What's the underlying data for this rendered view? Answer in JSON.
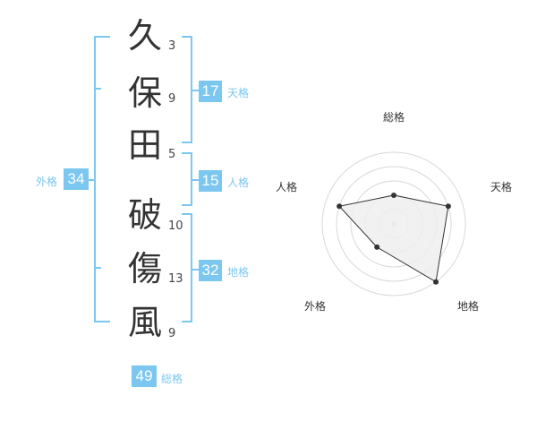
{
  "name_chars": [
    {
      "char": "久",
      "strokes": "3"
    },
    {
      "char": "保",
      "strokes": "9"
    },
    {
      "char": "田",
      "strokes": "5"
    },
    {
      "char": "破",
      "strokes": "10"
    },
    {
      "char": "傷",
      "strokes": "13"
    },
    {
      "char": "風",
      "strokes": "9"
    }
  ],
  "fortunes": {
    "tenkaku": {
      "value": "17",
      "label": "天格"
    },
    "jinkaku": {
      "value": "15",
      "label": "人格"
    },
    "chikaku": {
      "value": "32",
      "label": "地格"
    },
    "gaikaku": {
      "value": "34",
      "label": "外格"
    },
    "soukaku": {
      "value": "49",
      "label": "総格"
    }
  },
  "radar": {
    "axes": [
      "総格",
      "天格",
      "地格",
      "外格",
      "人格"
    ],
    "values": [
      2,
      4,
      5,
      2,
      4
    ],
    "max": 5,
    "fill_color": "#eeeeee",
    "line_color": "#333333",
    "ring_color": "#d8d8d8"
  },
  "colors": {
    "accent": "#7cc7f0"
  }
}
